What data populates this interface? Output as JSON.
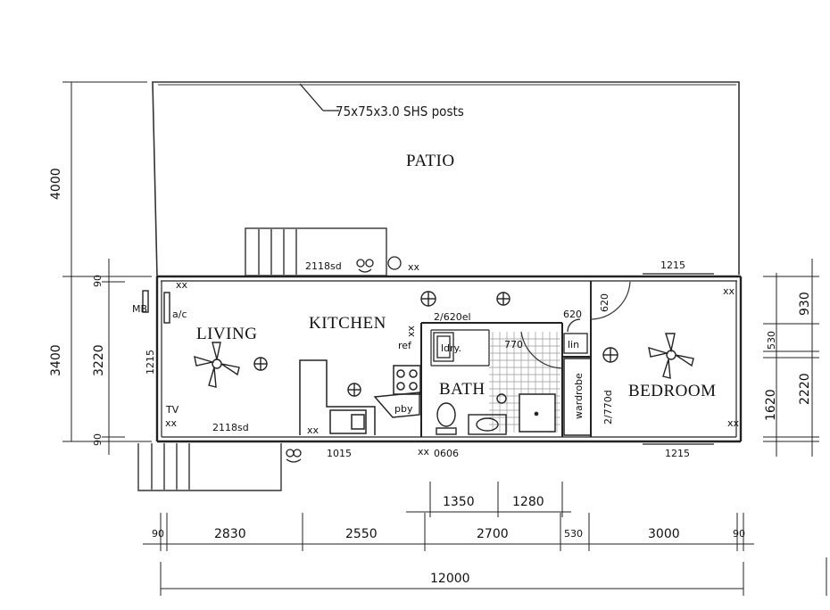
{
  "annotations": {
    "posts": "75x75x3.0 SHS posts"
  },
  "rooms": {
    "patio": "PATIO",
    "living": "LIVING",
    "kitchen": "KITCHEN",
    "bath": "BATH",
    "bedroom": "BEDROOM"
  },
  "fixtures": {
    "mb": "MB",
    "ac": "a/c",
    "tv": "TV",
    "ref": "ref",
    "ldry": "ldry.",
    "pby": "pby",
    "lin": "lin",
    "wardrobe": "wardrobe",
    "xx": "xx"
  },
  "openings": {
    "patio_door": "2118sd",
    "living_window_side": "1215",
    "living_window_front": "2118sd",
    "kitchen_window_top": "2/620el",
    "kitchen_window_front": "1015",
    "bath_window": "0606",
    "bath_door": "770",
    "linen_door": "620",
    "bedroom_window_top": "1215",
    "bedroom_window_front": "1215",
    "wardrobe_door": "2/770d"
  },
  "dimensions": {
    "left_total": "3400",
    "left_inner": "3220",
    "left_top_wall": "90",
    "left_bottom_wall": "90",
    "patio_depth": "4000",
    "right_a": "930",
    "right_b": "530",
    "right_c": "1620",
    "right_d": "2220",
    "bottom_wall_left": "90",
    "bottom_living": "2830",
    "bottom_kitchen": "2550",
    "bottom_bath": "2700",
    "bottom_wall_mid": "530",
    "bottom_bedroom": "3000",
    "bottom_wall_right": "90",
    "bath_split_a": "1350",
    "bath_split_b": "1280",
    "overall": "12000"
  }
}
